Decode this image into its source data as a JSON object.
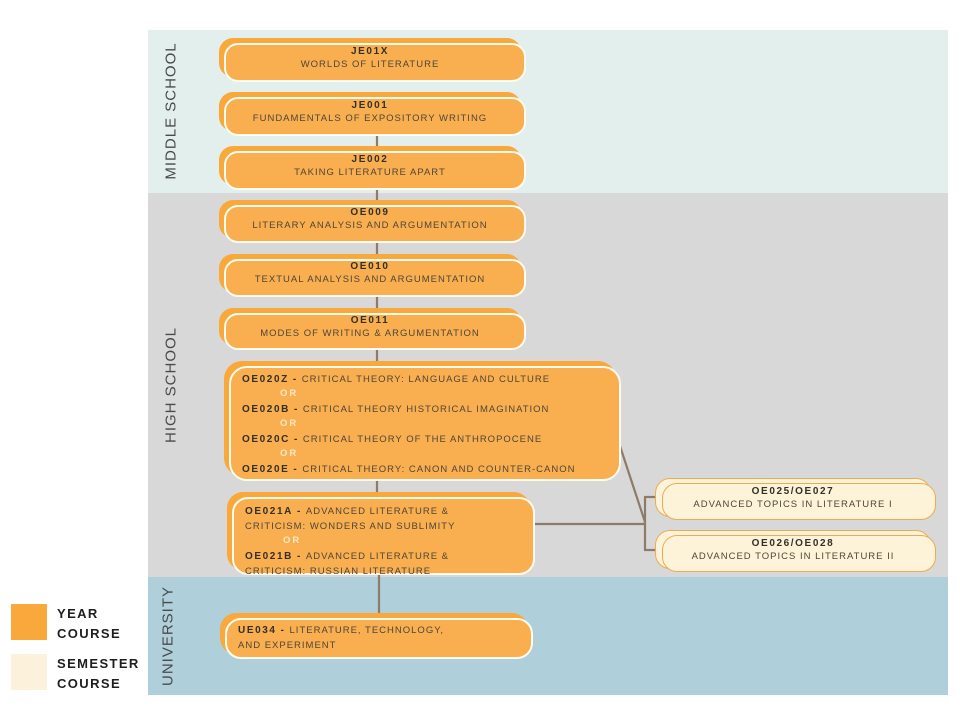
{
  "bands": {
    "middle_school": {
      "label": "MIDDLE SCHOOL"
    },
    "high_school": {
      "label": "HIGH SCHOOL"
    },
    "university": {
      "label": "UNIVERSITY"
    }
  },
  "dash": "-",
  "or_label": "OR",
  "courses": {
    "je01x": {
      "code": "JE01X",
      "name": "WORLDS OF LITERATURE",
      "type": "year"
    },
    "je001": {
      "code": "JE001",
      "name": "FUNDAMENTALS OF EXPOSITORY WRITING",
      "type": "year"
    },
    "je002": {
      "code": "JE002",
      "name": "TAKING LITERATURE APART",
      "type": "year"
    },
    "oe009": {
      "code": "OE009",
      "name": "LITERARY ANALYSIS AND ARGUMENTATION",
      "type": "year"
    },
    "oe010": {
      "code": "OE010",
      "name": "TEXTUAL ANALYSIS AND ARGUMENTATION",
      "type": "year"
    },
    "oe011": {
      "code": "OE011",
      "name": "MODES OF WRITING & ARGUMENTATION",
      "type": "year"
    },
    "oe020": {
      "type": "year",
      "options": [
        {
          "code": "OE020Z",
          "name": "CRITICAL THEORY: LANGUAGE AND CULTURE"
        },
        {
          "code": "OE020B",
          "name": "CRITICAL THEORY HISTORICAL IMAGINATION"
        },
        {
          "code": "OE020C",
          "name": "CRITICAL THEORY OF THE ANTHROPOCENE"
        },
        {
          "code": "OE020E",
          "name": "CRITICAL THEORY: CANON AND COUNTER-CANON"
        }
      ]
    },
    "oe021": {
      "type": "year",
      "options": [
        {
          "code": "OE021A",
          "name": "ADVANCED LITERATURE & CRITICISM: WONDERS AND SUBLIMITY"
        },
        {
          "code": "OE021B",
          "name": "ADVANCED LITERATURE & CRITICISM: RUSSIAN LITERATURE"
        }
      ]
    },
    "oe025": {
      "code": "OE025/OE027",
      "name": "ADVANCED TOPICS IN LITERATURE I",
      "type": "semester"
    },
    "oe026": {
      "code": "OE026/OE028",
      "name": "ADVANCED TOPICS IN LITERATURE II",
      "type": "semester"
    },
    "ue034": {
      "code": "UE034",
      "name": "LITERATURE, TECHNOLOGY, AND EXPERIMENT",
      "type": "year"
    }
  },
  "legend": [
    {
      "swatch": "year",
      "line1": "YEAR",
      "line2": "COURSE"
    },
    {
      "swatch": "semester",
      "line1": "SEMESTER",
      "line2": "COURSE"
    }
  ],
  "colors": {
    "year_course": "#F9A83C",
    "semester_course": "#FDF3D8",
    "middle_school_band": "#E2EFEC",
    "high_school_band": "#D8D8D8",
    "university_band": "#AFCFDB",
    "connector": "#8C7C69"
  }
}
